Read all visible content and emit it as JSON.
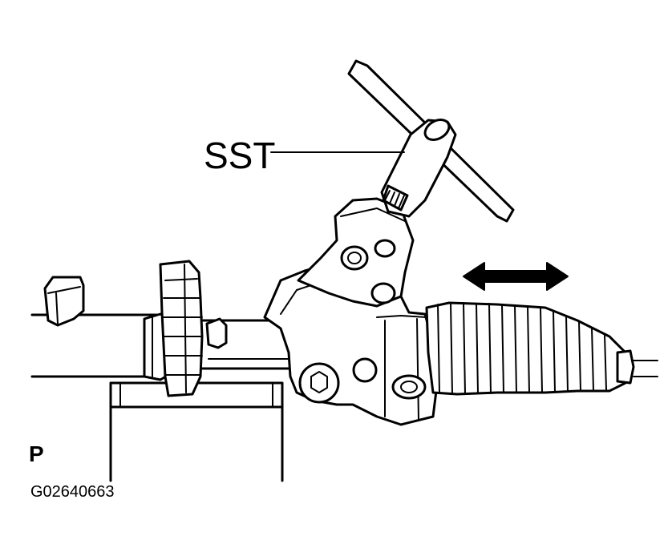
{
  "labels": {
    "tool": "SST",
    "view_marker": "P",
    "figure_code": "G02640663"
  }
}
